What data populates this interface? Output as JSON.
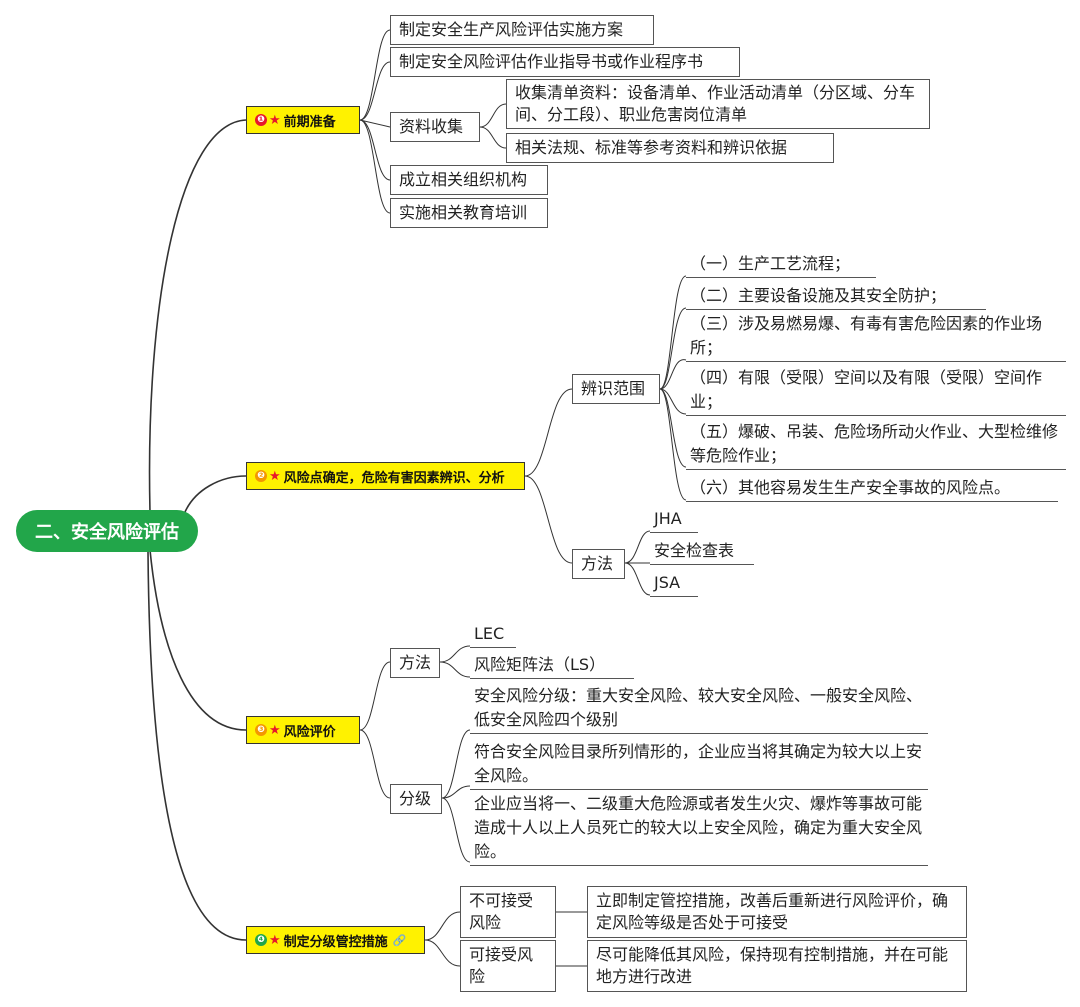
{
  "root": "二、安全风险评估",
  "sections": [
    {
      "num": "❶",
      "num_color": "#e8182a",
      "label": "前期准备"
    },
    {
      "num": "❷",
      "num_color": "#f39800",
      "label": "风险点确定，危险有害因素辨识、分析"
    },
    {
      "num": "❸",
      "num_color": "#f39800",
      "label": "风险评价"
    },
    {
      "num": "❹",
      "num_color": "#22a64a",
      "label": "制定分级管控措施",
      "icon": "paperclip-icon"
    }
  ],
  "prep": {
    "items": [
      "制定安全生产风险评估实施方案",
      "制定安全风险评估作业指导书或作业程序书",
      "资料收集",
      "成立相关组织机构",
      "实施相关教育培训"
    ],
    "collect": [
      "收集清单资料：设备清单、作业活动清单（分区域、分车间、分工段）、职业危害岗位清单",
      "相关法规、标准等参考资料和辨识依据"
    ]
  },
  "identify": {
    "scope_label": "辨识范围",
    "scope_items": [
      "（一）生产工艺流程；",
      "（二）主要设备设施及其安全防护；",
      "（三）涉及易燃易爆、有毒有害危险因素的作业场所；",
      "（四）有限（受限）空间以及有限（受限）空间作业；",
      "（五）爆破、吊装、危险场所动火作业、大型检维修等危险作业；",
      "（六）其他容易发生生产安全事故的风险点。"
    ],
    "method_label": "方法",
    "method_items": [
      "JHA",
      "安全检查表",
      "JSA"
    ]
  },
  "evaluate": {
    "method_label": "方法",
    "method_items": [
      "LEC",
      "风险矩阵法（LS）"
    ],
    "grade_label": "分级",
    "grade_items": [
      "安全风险分级：重大安全风险、较大安全风险、一般安全风险、低安全风险四个级别",
      "符合安全风险目录所列情形的，企业应当将其确定为较大以上安全风险。",
      "企业应当将一、二级重大危险源或者发生火灾、爆炸等事故可能造成十人以上人员死亡的较大以上安全风险，确定为重大安全风险。"
    ]
  },
  "control": {
    "items": [
      {
        "label": "不可接受风险",
        "detail": "立即制定管控措施，改善后重新进行风险评价，确定风险等级是否处于可接受"
      },
      {
        "label": "可接受风险",
        "detail": "尽可能降低其风险，保持现有控制措施，并在可能地方进行改进"
      }
    ]
  },
  "colors": {
    "root": "#22a64a",
    "section": "#fff200",
    "star": "#e8182a",
    "line": "#333333"
  }
}
